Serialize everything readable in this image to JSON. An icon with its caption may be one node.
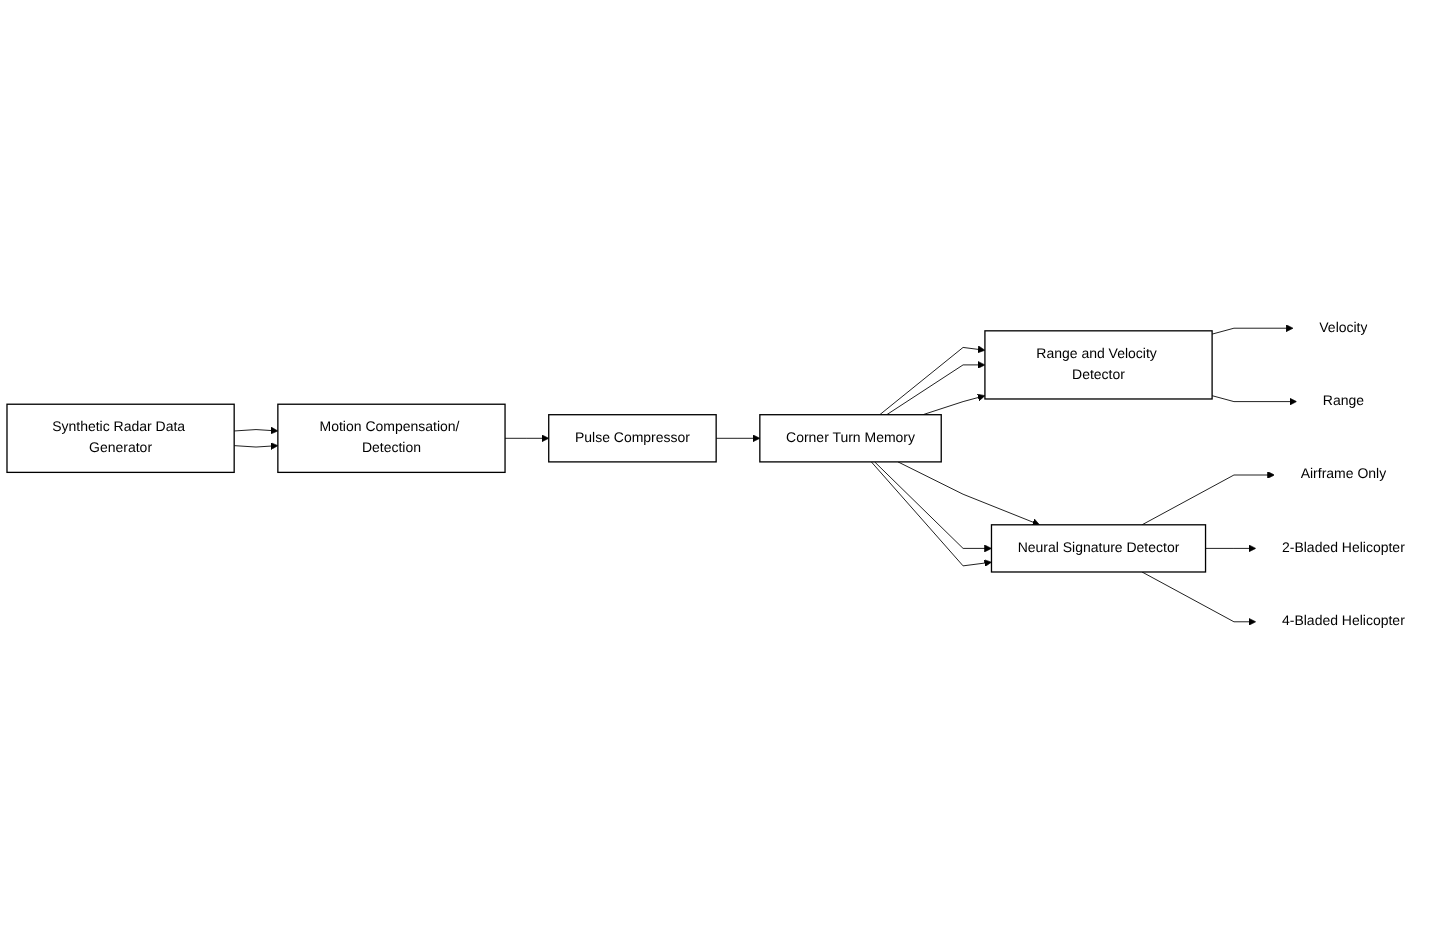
{
  "diagram": {
    "nodes": [
      {
        "text": [
          "Synthetic Radar Data Generator"
        ]
      },
      {
        "text": [
          "Motion Compensation/ Detection"
        ]
      },
      {
        "text": [
          "Pulse Compressor"
        ]
      },
      {
        "text": [
          "Corner Turn Memory"
        ]
      },
      {
        "text": [
          "Range and Velocity Detector"
        ]
      },
      {
        "text": [
          "Velocity"
        ]
      },
      {
        "text": [
          "Range"
        ]
      },
      {
        "text": [
          "Neural Signature Detector"
        ]
      },
      {
        "text": [
          "Airframe Only"
        ]
      },
      {
        "text": [
          "2-Bladed Helicopter"
        ]
      },
      {
        "text": [
          "4-Bladed Helicopter"
        ]
      }
    ],
    "edges": [
      {
        "from": 0,
        "to": 1,
        "arrow": "to"
      },
      {
        "from": 0,
        "to": 1,
        "arrow": "to"
      },
      {
        "from": 1,
        "to": 2,
        "arrow": "to"
      },
      {
        "from": 2,
        "to": 3,
        "arrow": "to"
      },
      {
        "from": 3,
        "to": 4,
        "arrow": "to"
      },
      {
        "from": 3,
        "to": 4,
        "arrow": "to"
      },
      {
        "from": 3,
        "to": 4,
        "arrow": "to"
      },
      {
        "from": 4,
        "to": 5,
        "arrow": "to"
      },
      {
        "from": 4,
        "to": 6,
        "arrow": "to"
      },
      {
        "from": 3,
        "to": 7,
        "arrow": "to"
      },
      {
        "from": 3,
        "to": 7,
        "arrow": "to"
      },
      {
        "from": 3,
        "to": 7,
        "arrow": "to"
      },
      {
        "from": 7,
        "to": 8,
        "arrow": "to"
      },
      {
        "from": 7,
        "to": 9,
        "arrow": "to"
      },
      {
        "from": 7,
        "to": 10,
        "arrow": "to"
      }
    ]
  }
}
